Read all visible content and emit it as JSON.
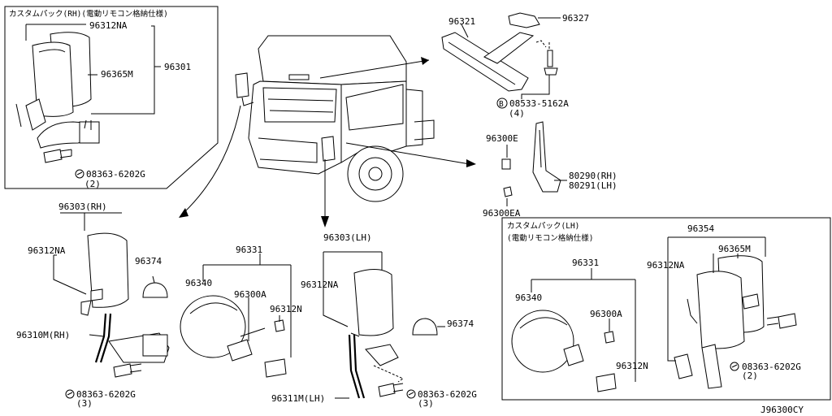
{
  "drawing_code": "J96300CY",
  "insets": {
    "rh_custom": {
      "title": "カスタムパック(RH)(電動リモコン格納仕様)",
      "labels": {
        "mirror_assy": "96312NA",
        "mirror_glass": "96365M",
        "mirror_complete": "96301",
        "bolt": "08363-6202G",
        "bolt_qty": "(2)"
      }
    },
    "lh_custom": {
      "title_line1": "カスタムパック(LH)",
      "title_line2": "(電動リモコン格納仕様)",
      "labels": {
        "mirror_complete": "96354",
        "mirror_assy": "96312NA",
        "mirror_glass": "96365M",
        "under_mirror_set": "96331",
        "under_mirror": "96340",
        "bracket": "96300A",
        "bolt_small": "96312N",
        "bolt": "08363-6202G",
        "bolt_qty": "(2)"
      }
    }
  },
  "callouts": {
    "room_mirror": "96321",
    "room_mirror_base": "96327",
    "bolt_b": "08533-5162A",
    "bolt_b_qty": "(4)",
    "bolt_b_mark": "B",
    "clip_e": "96300E",
    "clip_ea": "96300EA",
    "garnish_rh": "80290(RH)",
    "garnish_lh": "80291(LH)",
    "rh_mirror_assy": "96303(RH)",
    "rh_mirror_head": "96312NA",
    "rh_cover": "96374",
    "rh_stay": "96310M(RH)",
    "rh_bolt": "08363-6202G",
    "rh_bolt_qty": "(3)",
    "under_mirror_set": "96331",
    "under_mirror": "96340",
    "under_bracket": "96300A",
    "under_bolt": "96312N",
    "lh_mirror_assy": "96303(LH)",
    "lh_mirror_head": "96312NA",
    "lh_cover": "96374",
    "lh_stay": "96311M(LH)",
    "lh_bolt": "08363-6202G",
    "lh_bolt_qty": "(3)"
  }
}
